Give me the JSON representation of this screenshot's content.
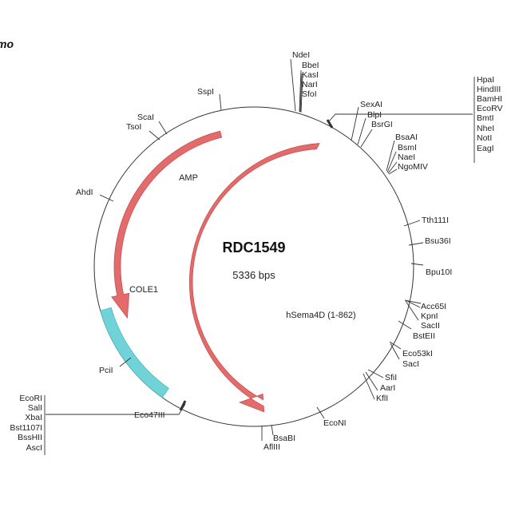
{
  "corner_text": "mo",
  "plasmid": {
    "name": "RDC1549",
    "size_label": "5336 bps",
    "total_bp": 5336
  },
  "colors": {
    "backbone": "#333333",
    "gene_arrow": "#e46b6b",
    "gene_arrow_stroke": "#c94f4f",
    "origin": "#6fd3d8",
    "origin_stroke": "#4cb8bd"
  },
  "features": [
    {
      "name": "AMP",
      "type": "gene",
      "direction": "reverse"
    },
    {
      "name": "hSema4D (1-862)",
      "type": "gene",
      "direction": "reverse"
    },
    {
      "name": "COLE1",
      "type": "origin"
    }
  ],
  "sites": {
    "top_cluster": [
      "NdeI",
      "BbeI",
      "KasI",
      "NarI",
      "SfoI"
    ],
    "sspi": [
      "SspI"
    ],
    "scai_tsoi": [
      "ScaI",
      "TsoI"
    ],
    "ahdi": [
      "AhdI"
    ],
    "mcs_right": [
      "HpaI",
      "HindIII",
      "BamHI",
      "EcoRV",
      "BmtI",
      "NheI",
      "NotI",
      "EagI"
    ],
    "sexai_cluster": [
      "SexAI",
      "BlpI",
      "BsrGI"
    ],
    "bsaai_cluster": [
      "BsaAI",
      "BsmI",
      "NaeI",
      "NgoMIV"
    ],
    "tth": [
      "Tth111I"
    ],
    "bsu": [
      "Bsu36I"
    ],
    "bpu": [
      "Bpu10I"
    ],
    "acc_cluster": [
      "Acc65I",
      "KpnI",
      "SacII",
      "BstEII"
    ],
    "eco53_cluster": [
      "Eco53kI",
      "SacI"
    ],
    "sfi_cluster": [
      "SfiI",
      "AarI",
      "KflI"
    ],
    "econi": [
      "EcoNI"
    ],
    "bsabi_cluster": [
      "BsaBI",
      "AflIII"
    ],
    "eco47": [
      "Eco47III"
    ],
    "mcs_left": [
      "EcoRI",
      "SalI",
      "XbaI",
      "Bst1107I",
      "BssHII",
      "AscI"
    ],
    "pcii": [
      "PciI"
    ]
  }
}
